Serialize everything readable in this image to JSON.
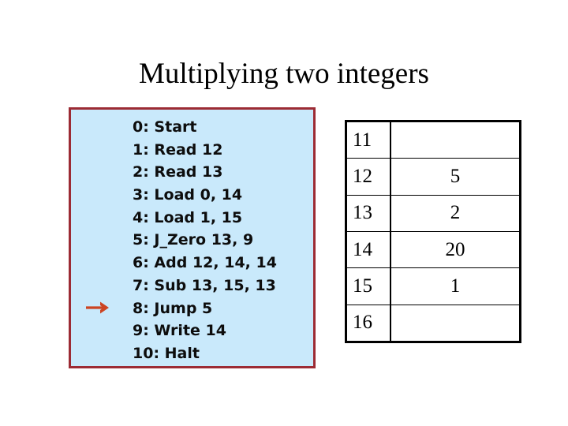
{
  "slide": {
    "title": "Multiplying two integers",
    "background_color": "#ffffff"
  },
  "program_box": {
    "fill_color": "#c9e9fb",
    "border_color": "#9c2b34",
    "lines": [
      {
        "label": "0: Start"
      },
      {
        "label": "1: Read 12"
      },
      {
        "label": "2: Read 13"
      },
      {
        "label": "3: Load 0, 14"
      },
      {
        "label": "4: Load 1, 15"
      },
      {
        "label": "5: J_Zero 13, 9"
      },
      {
        "label": "6: Add 12, 14, 14"
      },
      {
        "label": "7: Sub 13, 15, 13"
      },
      {
        "label": "8: Jump 5"
      },
      {
        "label": "9: Write 14"
      },
      {
        "label": "10: Halt"
      }
    ],
    "pointer": {
      "icon": "right-arrow-icon",
      "points_at_line": "8: Jump 5",
      "color": "#cc4422"
    }
  },
  "memory_table": {
    "border_color": "#000000",
    "columns": [
      "address",
      "value"
    ],
    "rows": [
      {
        "address": "11",
        "value": ""
      },
      {
        "address": "12",
        "value": "5"
      },
      {
        "address": "13",
        "value": "2"
      },
      {
        "address": "14",
        "value": "20"
      },
      {
        "address": "15",
        "value": "1"
      },
      {
        "address": "16",
        "value": ""
      }
    ]
  }
}
